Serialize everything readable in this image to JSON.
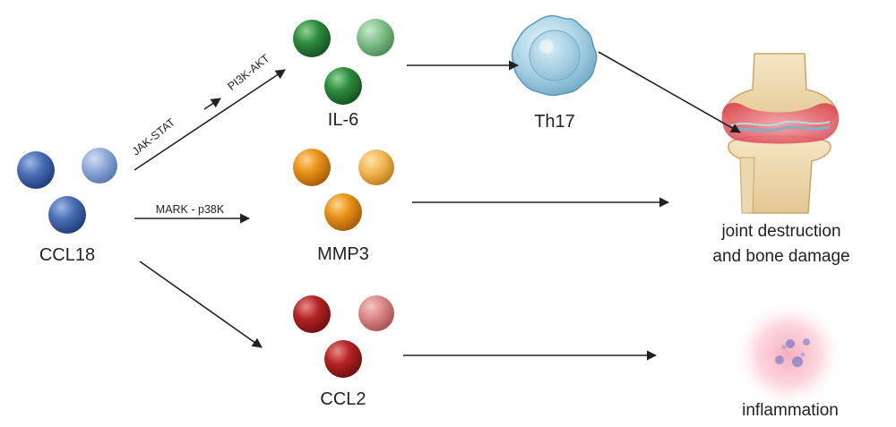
{
  "nodes": {
    "ccl18": {
      "label": "CCL18",
      "color": "#4a6fb5",
      "color_light": "#8ea8d8"
    },
    "il6": {
      "label": "IL-6",
      "color": "#2e8b3e",
      "color_light": "#7fbf88"
    },
    "mmp3": {
      "label": "MMP3",
      "color": "#e8921a",
      "color_light": "#f1b651"
    },
    "ccl2": {
      "label": "CCL2",
      "color": "#b32424",
      "color_light": "#d98484"
    },
    "th17": {
      "label": "Th17",
      "color": "#a9d3e6"
    }
  },
  "pathways": {
    "jak_stat": "JAK-STAT",
    "pi3k_akt": "PI3K-AKT",
    "mark_p38k": "MARK - p38K"
  },
  "outcomes": {
    "joint_line1": "joint destruction",
    "joint_line2": "and bone damage",
    "inflammation": "inflammation"
  }
}
